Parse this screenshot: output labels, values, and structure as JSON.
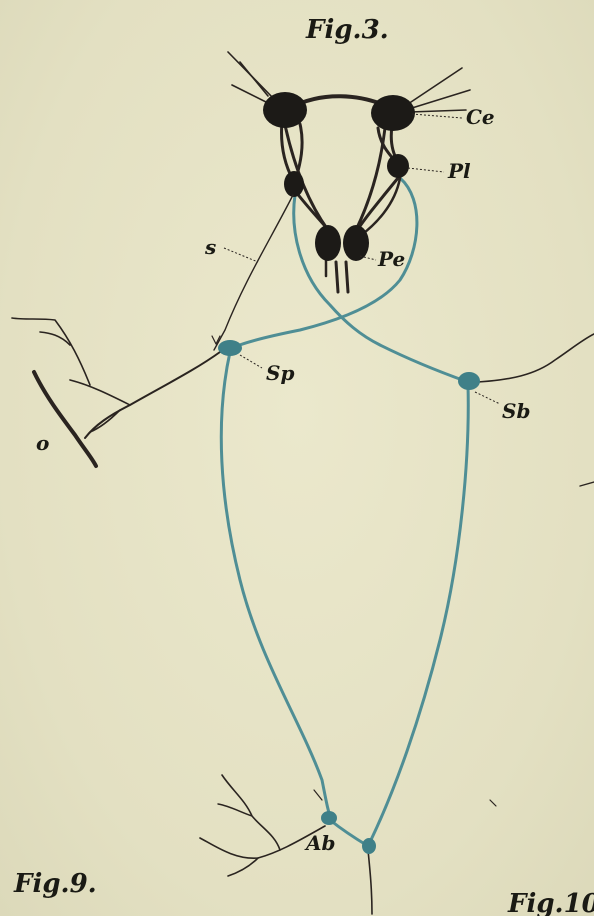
{
  "figure_titles": {
    "fig3": "Fig.3.",
    "fig9": "Fig.9.",
    "fig10": "Fig.10"
  },
  "labels": {
    "ce": "Ce",
    "pl": "Pl",
    "pe": "Pe",
    "s": "s",
    "sp": "Sp",
    "sb": "Sb",
    "o": "o",
    "ab": "Ab"
  },
  "colors": {
    "background": "#e6e3c7",
    "ink": "#2a2420",
    "nerve_blue": "#4f8e95",
    "ganglion_dark": "#1c1a17",
    "ganglion_blue": "#3f8088"
  }
}
